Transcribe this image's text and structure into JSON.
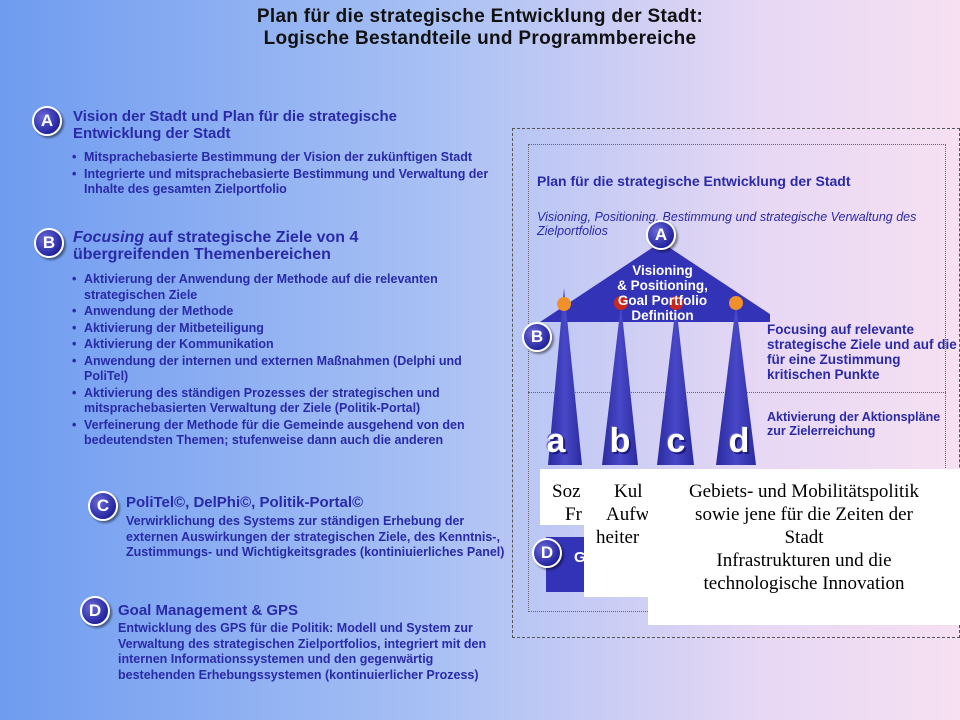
{
  "title": {
    "line1": "Plan für die strategische Entwicklung der Stadt:",
    "line2": "Logische Bestandteile und Programmbereiche"
  },
  "sectionA": {
    "badge": "A",
    "heading": "Vision der Stadt und Plan für die strategische Entwicklung der Stadt",
    "bullets": [
      "Mitsprachebasierte Bestimmung der Vision der zukünftigen Stadt",
      "Integrierte und mitsprachebasierte Bestimmung und Verwaltung der Inhalte des gesamten Zielportfolio"
    ]
  },
  "sectionB": {
    "badge": "B",
    "heading_italic": "Focusing",
    "heading_rest": " auf strategische Ziele von 4 übergreifenden Themenbereichen",
    "bullets": [
      "Aktivierung der Anwendung der Methode auf die relevanten strategischen Ziele",
      "Anwendung der Methode",
      "Aktivierung der Mitbeteiligung",
      "Aktivierung der Kommunikation",
      "Anwendung der internen und externen Maßnahmen (Delphi und PoliTel)",
      "Aktivierung des ständigen Prozesses der strategischen und mitsprachebasierten Verwaltung der Ziele (Politik-Portal)",
      "Verfeinerung der Methode für die Gemeinde ausgehend von den bedeutendsten Themen; stufenweise dann auch die anderen"
    ]
  },
  "sectionC": {
    "badge": "C",
    "heading": "PoliTel©, DelPhi©, Politik-Portal©",
    "text": "Verwirklichung des Systems zur ständigen Erhebung der externen Auswirkungen der strategischen Ziele, des Kenntnis-, Zustimmungs- und Wichtigkeitsgrades (kontiniuierliches Panel)"
  },
  "sectionD": {
    "badge": "D",
    "heading": "Goal Management & GPS",
    "text": "Entwicklung des GPS für die Politik: Modell und System zur Verwaltung des strategischen Zielportfolios, integriert mit den internen Informationssystemen und den gegenwärtig bestehenden Erhebungssystemen (kontinuierlicher Prozess)"
  },
  "diagram": {
    "plan_title": "Plan für die strategische Entwicklung der Stadt",
    "plan_sub": "Visioning, Positioning, Bestimmung und strategische Verwaltung des Zielportfolios",
    "roof_line1": "Visioning",
    "roof_line2": "& Positioning,",
    "roof_line3": "Goal Portfolio Definition",
    "badgeA": "A",
    "badgeB": "B",
    "badgeD": "D",
    "focusing_text": "Focusing auf relevante strategische Ziele und auf die für eine Zustimmung kritischen Punkte",
    "aktivierung_text": "Aktivierung der Aktionspläne zur Zielerreichung",
    "pillars": [
      "a",
      "b",
      "c",
      "d"
    ],
    "goal_bar_text": "G"
  },
  "popups": {
    "p1_lines": [
      "Soz",
      "Fr"
    ],
    "p2_lines": [
      "Kul",
      "Aufw",
      "heiter"
    ],
    "p3_lines": [
      "Gebiets- und Mobilitätspolitik",
      "sowie jene für die Zeiten der",
      "Stadt",
      "Infrastrukturen und  die",
      "technologische Innovation"
    ]
  },
  "colors": {
    "text_blue": "#2a2aa8",
    "diagram_blue": "#3333b8",
    "dot_orange": "#f0902a",
    "dot_red": "#c8281e"
  }
}
